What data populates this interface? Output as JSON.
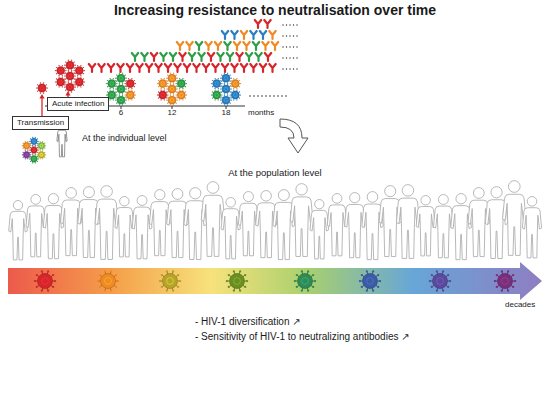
{
  "diagram": {
    "title": "Increasing resistance to neutralisation over time",
    "nodes": [
      {
        "text": [
          "Transmission"
        ]
      },
      {
        "text": [
          "Acute infection"
        ]
      }
    ],
    "labels": [
      "6",
      "12",
      "18",
      "months",
      "At the individual level",
      "At the population level",
      "decades",
      "- HIV-1 diversification ↗",
      "- Sensitivity of HIV-1 to neutralizing antibodies ↗"
    ]
  }
}
